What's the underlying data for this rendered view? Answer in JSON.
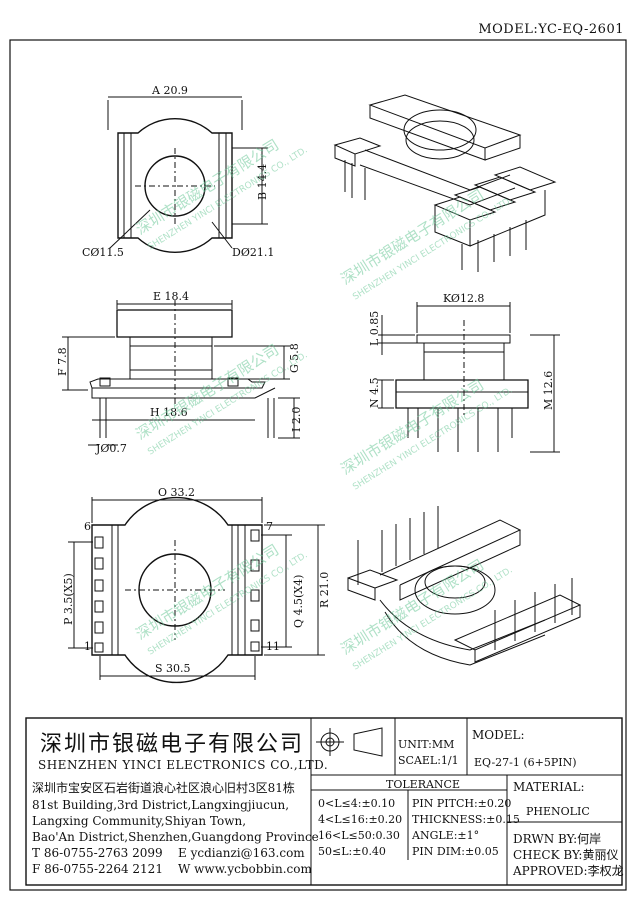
{
  "header": {
    "model": "MODEL:YC-EQ-2601"
  },
  "dims": {
    "a": "A 20.9",
    "b": "B 14.4",
    "c": "CØ11.5",
    "d": "DØ21.1",
    "e": "E 18.4",
    "f": "F 7.8",
    "g": "G 5.8",
    "h": "H 18.6",
    "i": "I 2.0",
    "j": "JØ0.7",
    "k": "KØ12.8",
    "l": "L 0.85",
    "m": "M 12.6",
    "n": "N 4.5",
    "o": "O 33.2",
    "p": "P 3.5(X5)",
    "q": "Q 4.5(X4)",
    "r": "R 21.0",
    "s": "S 30.5",
    "pin6": "6",
    "pin7": "7",
    "pin1": "1",
    "pin11": "11"
  },
  "watermark": {
    "cn": "深圳市银磁电子有限公司",
    "en": "SHENZHEN YINCI ELECTRONICS CO., LTD."
  },
  "title_block": {
    "company_cn": "深圳市银磁电子有限公司",
    "company_en": "SHENZHEN YINCI ELECTRONICS CO.,LTD.",
    "address": [
      "深圳市宝安区石岩街道浪心社区浪心旧村3区81栋",
      "81st Building,3rd District,Langxingjiucun,",
      "Langxing Community,Shiyan Town,",
      "Bao'An District,Shenzhen,Guangdong Province"
    ],
    "tel": "T 86-0755-2763 2099",
    "email": "E ycdianzi@163.com",
    "fax": "F 86-0755-2264 2121",
    "web": "W www.ycbobbin.com",
    "unit": "UNIT:MM",
    "scale": "SCAEL:1/1",
    "model_label": "MODEL:",
    "model_value": "EQ-27-1 (6+5PIN)",
    "tolerance_label": "TOLERANCE",
    "tolerances": [
      "0<L≤4:±0.10",
      "4<L≤16:±0.20",
      "16<L≤50:0.30",
      "50≤L:±0.40"
    ],
    "pin_tolerances": [
      "PIN PITCH:±0.20",
      "THICKNESS:±0.15",
      "ANGLE:±1°",
      "PIN DIM:±0.05"
    ],
    "material_label": "MATERIAL:",
    "material_value": "PHENOLIC",
    "drawn_by": "DRWN BY:何岸",
    "check_by": "CHECK BY:黄丽仪",
    "approved": "APPROVED:李权龙"
  }
}
